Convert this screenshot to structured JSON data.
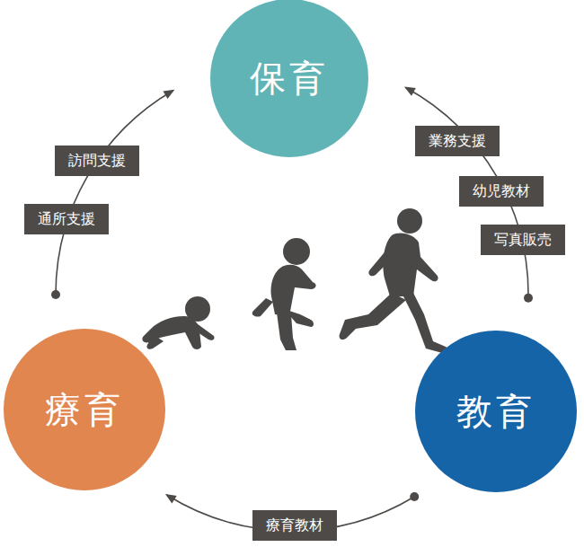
{
  "diagram": {
    "nodes": [
      {
        "text": [
          "保育"
        ]
      },
      {
        "text": [
          "訪問支援"
        ]
      },
      {
        "text": [
          "通所支援"
        ]
      },
      {
        "text": [
          "業務支援"
        ]
      },
      {
        "text": [
          "幼児教材"
        ]
      },
      {
        "text": [
          "写真販売"
        ]
      },
      {
        "text": [
          "療育"
        ]
      },
      {
        "text": [
          "教育"
        ]
      },
      {
        "text": [
          "療育教材"
        ]
      }
    ],
    "edges": [
      {
        "from": 6,
        "to": 0,
        "arrow": "to"
      },
      {
        "from": 7,
        "to": 0,
        "arrow": "to"
      },
      {
        "from": 7,
        "to": 6,
        "arrow": "to"
      }
    ]
  }
}
